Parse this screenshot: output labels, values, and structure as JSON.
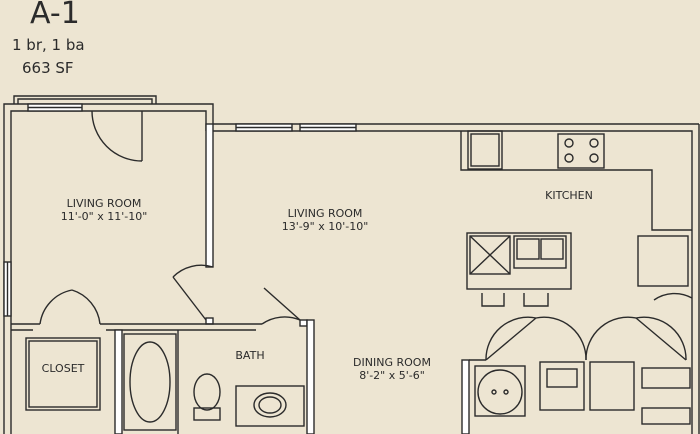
{
  "unit": {
    "name": "A-1",
    "beds_baths": "1 br, 1 ba",
    "area": "663 SF"
  },
  "rooms": [
    {
      "id": "living-room-left",
      "name": "LIVING ROOM",
      "dims": "11'-0\" x 11'-10\""
    },
    {
      "id": "living-room-main",
      "name": "LIVING ROOM",
      "dims": "13'-9\" x 10'-10\""
    },
    {
      "id": "kitchen",
      "name": "KITCHEN",
      "dims": ""
    },
    {
      "id": "closet",
      "name": "CLOSET",
      "dims": ""
    },
    {
      "id": "bath",
      "name": "BATH",
      "dims": ""
    },
    {
      "id": "dining-room",
      "name": "DINING ROOM",
      "dims": "8'-2\" x 5'-6\""
    }
  ],
  "colors": {
    "background": "#ede5d2",
    "wall": "#ffffff",
    "line": "#2b2b2b"
  }
}
